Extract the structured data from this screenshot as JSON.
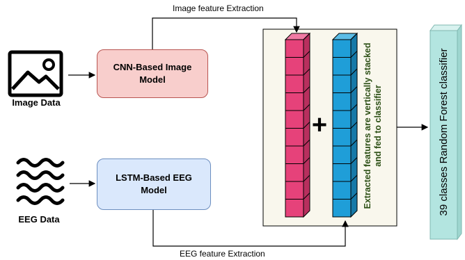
{
  "inputs": {
    "image_label": "Image Data",
    "eeg_label": "EEG Data"
  },
  "models": {
    "cnn": "CNN-Based Image Model",
    "lstm": "LSTM-Based EEG Model"
  },
  "edges": {
    "image_feature": "Image feature Extraction",
    "eeg_feature": "EEG feature Extraction"
  },
  "fusion": {
    "operator": "+",
    "caption": "Extracted features are vertically stacked and fed to classifier"
  },
  "classifier": {
    "label": "39 classes Random Forest classifier"
  },
  "colors": {
    "cnn_fill": "#f8cecc",
    "cnn_stroke": "#b85450",
    "lstm_fill": "#dae8fc",
    "lstm_stroke": "#6c8ebf",
    "panel_fill": "#f9f7ed",
    "image_cube": "#e6427a",
    "eeg_cube": "#1f9ed8",
    "caption_green": "#2d5016",
    "classifier_fill": "#b3e5e0"
  }
}
